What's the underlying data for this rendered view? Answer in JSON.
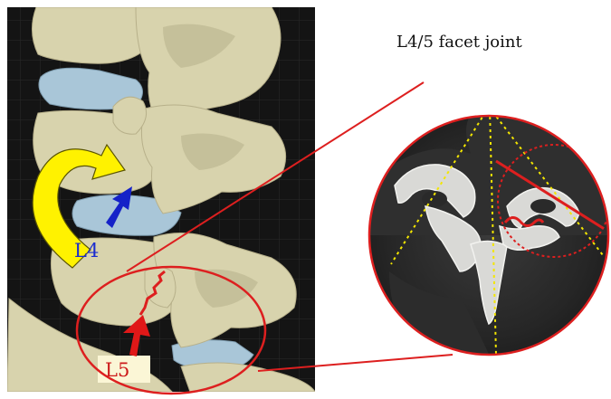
{
  "figure": {
    "title": "L4/5 facet joint",
    "labels": {
      "l4": "L4",
      "l5": "L5"
    }
  },
  "colors": {
    "background_dark": "#141414",
    "bone": "#d8d3ad",
    "bone_shade": "#b7b08a",
    "disc": "#a9c6d8",
    "rotation_arrow": "#fff200",
    "l4_arrow": "#1522c8",
    "l4_text": "#1a2ccf",
    "l5_arrow": "#e01818",
    "l5_text": "#cc1a1a",
    "label_bg": "#fbf6d6",
    "highlight_red": "#dd1f1f",
    "guide_yellow": "#f3e600"
  },
  "icons": {
    "rotation": "curved-rotation-arrow-icon",
    "l4_pointer": "blue-pointer-arrow-icon",
    "l5_pointer": "red-pointer-arrow-icon"
  }
}
